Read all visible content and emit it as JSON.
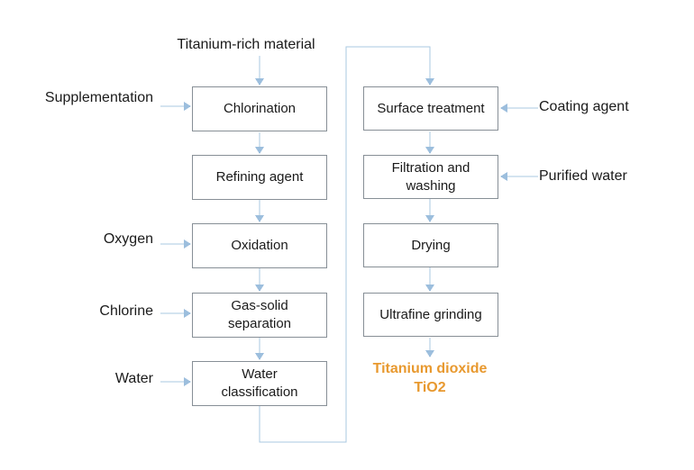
{
  "colors": {
    "line": "#aac8e0",
    "arrowhead": "#9cbedd",
    "box_border": "#878f96",
    "text": "#1a1a1a",
    "product": "#e8992f",
    "background": "#ffffff"
  },
  "flow": {
    "source_label": "Titanium-rich material",
    "left_nodes": [
      {
        "label": "Chlorination"
      },
      {
        "label": "Refining agent"
      },
      {
        "label": "Oxidation"
      },
      {
        "label": "Gas-solid\nseparation"
      },
      {
        "label": "Water\nclassification"
      }
    ],
    "right_nodes": [
      {
        "label": "Surface treatment"
      },
      {
        "label": "Filtration and\nwashing"
      },
      {
        "label": "Drying"
      },
      {
        "label": "Ultrafine grinding"
      }
    ],
    "left_inputs": [
      {
        "label": "Supplementation",
        "target": "Chlorination"
      },
      {
        "label": "Oxygen",
        "target": "Oxidation"
      },
      {
        "label": "Chlorine",
        "target": "Gas-solid separation"
      },
      {
        "label": "Water",
        "target": "Water classification"
      }
    ],
    "right_inputs": [
      {
        "label": "Coating agent",
        "target": "Surface treatment"
      },
      {
        "label": "Purified water",
        "target": "Filtration and washing"
      }
    ],
    "product_label": "Titanium dioxide\nTiO2"
  }
}
